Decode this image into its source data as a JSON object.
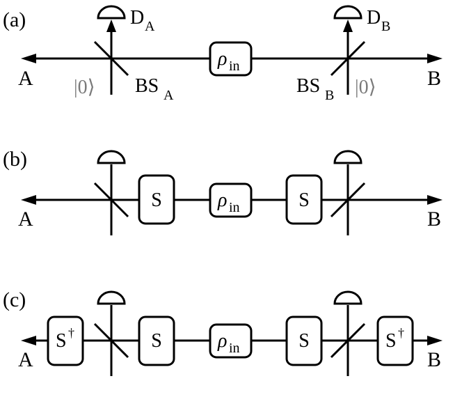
{
  "panels": [
    {
      "label": "(a)",
      "left_port": "A",
      "right_port": "B",
      "center_box": {
        "symbol": "ρ",
        "subscript": "in"
      },
      "detector_left": {
        "label": "D",
        "subscript": "A"
      },
      "detector_right": {
        "label": "D",
        "subscript": "B"
      },
      "bs_left": {
        "label": "BS",
        "subscript": "A"
      },
      "bs_right": {
        "label": "BS",
        "subscript": "B"
      },
      "vacuum_left": "|0⟩",
      "vacuum_right": "|0⟩"
    },
    {
      "label": "(b)",
      "left_port": "A",
      "right_port": "B",
      "center_box": {
        "symbol": "ρ",
        "subscript": "in"
      },
      "s_box_left": "S",
      "s_box_right": "S"
    },
    {
      "label": "(c)",
      "left_port": "A",
      "right_port": "B",
      "center_box": {
        "symbol": "ρ",
        "subscript": "in"
      },
      "s_box_left": "S",
      "s_box_right": "S",
      "s_dagger_left": {
        "label": "S",
        "superscript": "†"
      },
      "s_dagger_right": {
        "label": "S",
        "superscript": "†"
      }
    }
  ]
}
